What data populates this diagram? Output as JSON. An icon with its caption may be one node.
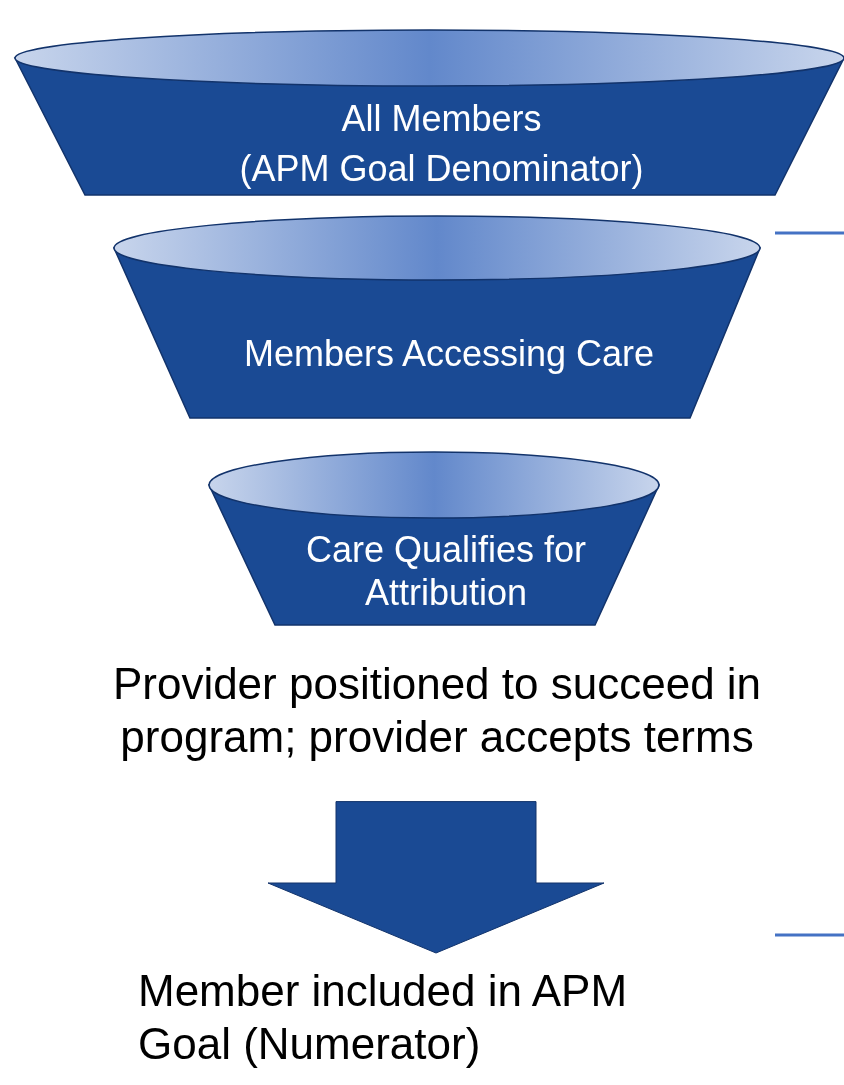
{
  "diagram": {
    "nodes": [
      {
        "text": [
          "All Members",
          "(APM Goal Denominator)"
        ]
      },
      {
        "text": [
          "Members Accessing Care"
        ]
      },
      {
        "text": [
          "Care Qualifies for Attribution"
        ]
      },
      {
        "text": [
          "Provider positioned to succeed in program; provider accepts terms"
        ]
      },
      {
        "text": [
          "Member included in APM Goal (Numerator)"
        ]
      }
    ],
    "edges": [
      {
        "from": 3,
        "to": 4,
        "arrow": "to",
        "style": "thick"
      }
    ]
  }
}
